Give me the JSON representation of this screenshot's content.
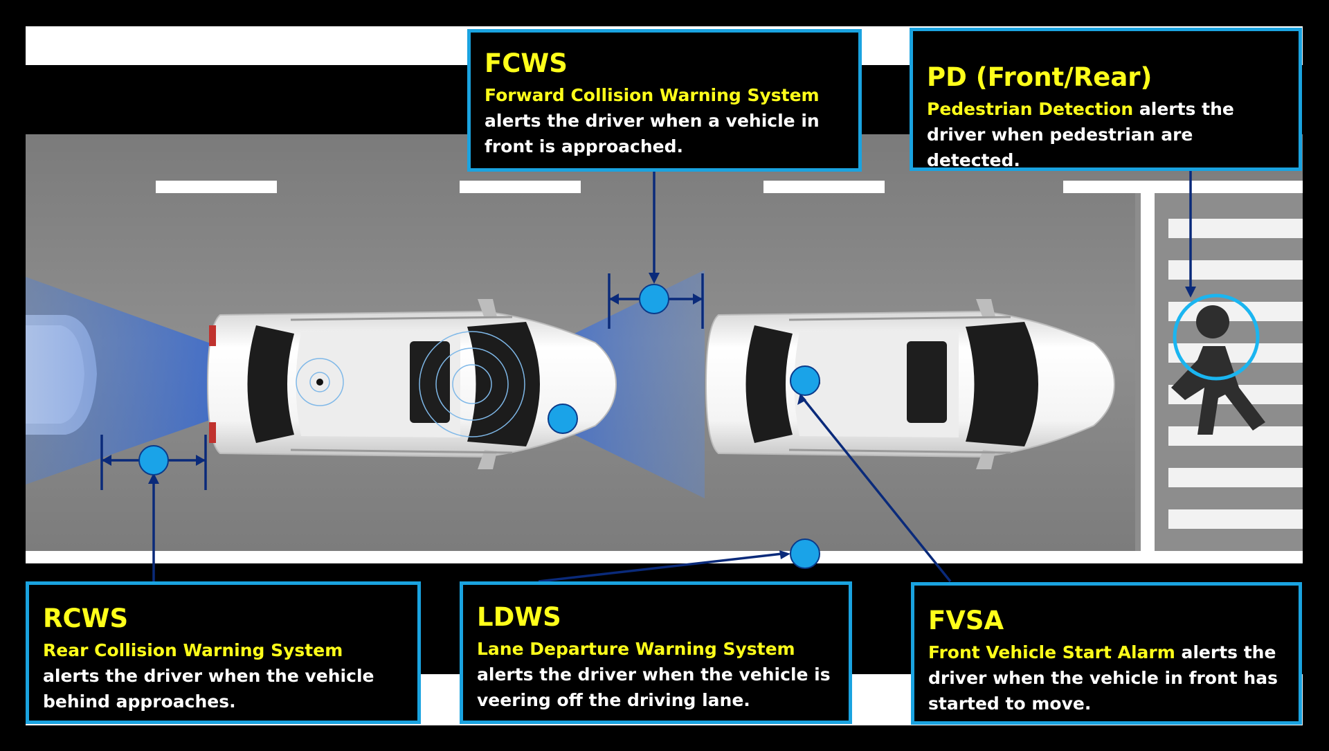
{
  "colors": {
    "accent": "#1aa3e0",
    "highlight": "#ffff1a",
    "road": "#8a8a8a",
    "background": "#000000"
  },
  "callouts": {
    "fcws": {
      "title": "FCWS",
      "term": "Forward Collision Warning System",
      "text": " alerts the driver when a vehicle in front is approached."
    },
    "pd": {
      "title": "PD (Front/Rear)",
      "term": "Pedestrian Detection",
      "text": " alerts the driver when pedestrian are detected."
    },
    "rcws": {
      "title": "RCWS",
      "term": "Rear Collision Warning System",
      "text": " alerts the driver when the vehicle behind approaches."
    },
    "ldws": {
      "title": "LDWS",
      "term": "Lane Departure Warning System",
      "text": " alerts the driver when the vehicle is veering off the driving lane."
    },
    "fvsa": {
      "title": "FVSA",
      "term": "Front Vehicle Start Alarm",
      "text": " alerts the driver when the vehicle in front has started to move."
    }
  }
}
